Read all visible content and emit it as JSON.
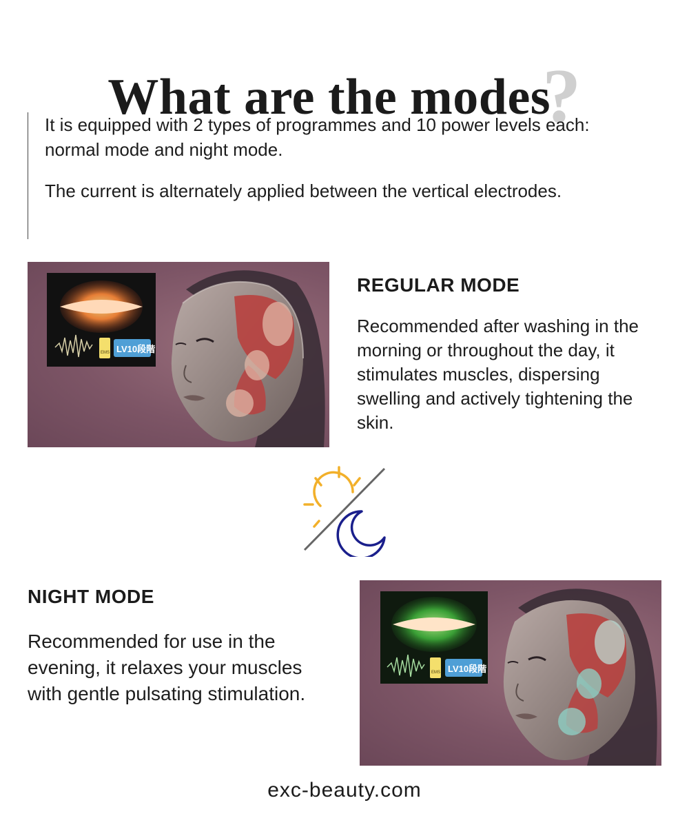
{
  "title": {
    "text": "What are the modes",
    "mark": "?"
  },
  "intro": {
    "paragraph1": "It is equipped with 2 types of programmes and 10 power levels each: normal mode and night mode.",
    "paragraph2": "The current is alternately applied between the vertical electrodes."
  },
  "regular_mode": {
    "heading": "REGULAR MODE",
    "description": "Recommended after washing in the morning or throughout the day, it stimulates muscles, dispersing swelling and actively tightening the skin.",
    "badge_ems": "EMS",
    "badge_level": "LV10段階",
    "glow_color": "#ff6a2a"
  },
  "night_mode": {
    "heading": "NIGHT MODE",
    "description": "Recommended for use in the evening, it relaxes your muscles with gentle pulsating stimulation.",
    "badge_ems": "EMS",
    "badge_level": "LV10段階",
    "glow_color": "#3fae3a"
  },
  "icons": {
    "sun": "sun-icon",
    "moon": "moon-icon",
    "sun_color": "#f2b02a",
    "moon_color": "#1a1f8c"
  },
  "footer": {
    "website": "exc-beauty.com"
  }
}
